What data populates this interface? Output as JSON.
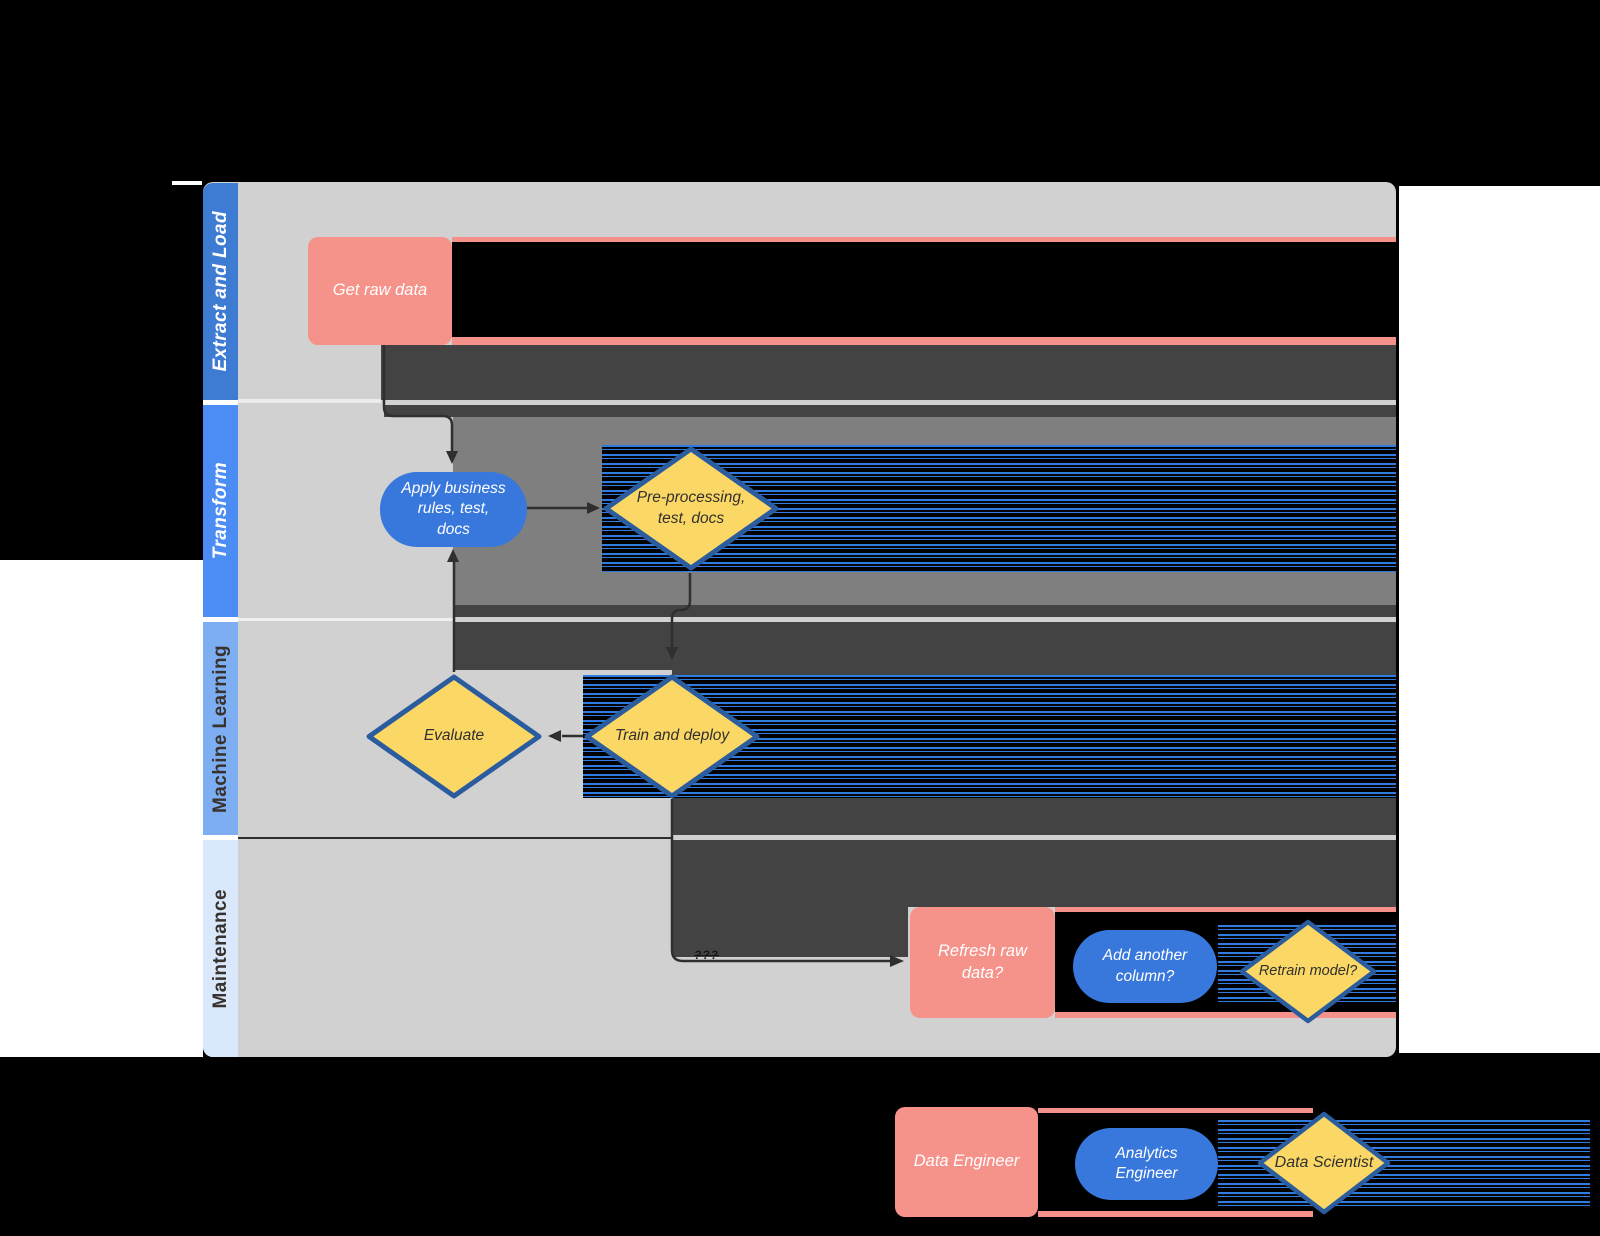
{
  "diagram": {
    "title_hint": "ML pipeline swimlane flowchart",
    "lanes": [
      {
        "label": "Extract and Load"
      },
      {
        "label": "Transform"
      },
      {
        "label": "Machine Learning"
      },
      {
        "label": "Maintenance"
      }
    ],
    "nodes": {
      "get_raw_data": "Get raw data",
      "apply_rules": "Apply business\nrules, test,\ndocs",
      "preprocessing": "Pre-processing,\ntest, docs",
      "evaluate": "Evaluate",
      "train_deploy": "Train and deploy",
      "refresh_raw": "Refresh raw\ndata?",
      "add_column": "Add another\ncolumn?",
      "retrain": "Retrain model?"
    },
    "connector_label": "???"
  },
  "legend": {
    "data_engineer": "Data Engineer",
    "analytics_engineer": "Analytics\nEngineer",
    "data_scientist": "Data Scientist"
  },
  "colors": {
    "salmon": "#f5928a",
    "process_blue": "#3878dc",
    "decision_yellow": "#fbd765",
    "decision_border": "#2b5c9e",
    "lane_extract": "#3e7bd3",
    "lane_transform": "#4c8df5",
    "lane_ml": "#7daef2",
    "lane_maintenance": "#d9e8fb",
    "lane_body_gray": "#d1d1d1",
    "artifact_dark": "#434343",
    "artifact_medium": "#7f7f7f",
    "streak_blue": "#2f7be2"
  }
}
